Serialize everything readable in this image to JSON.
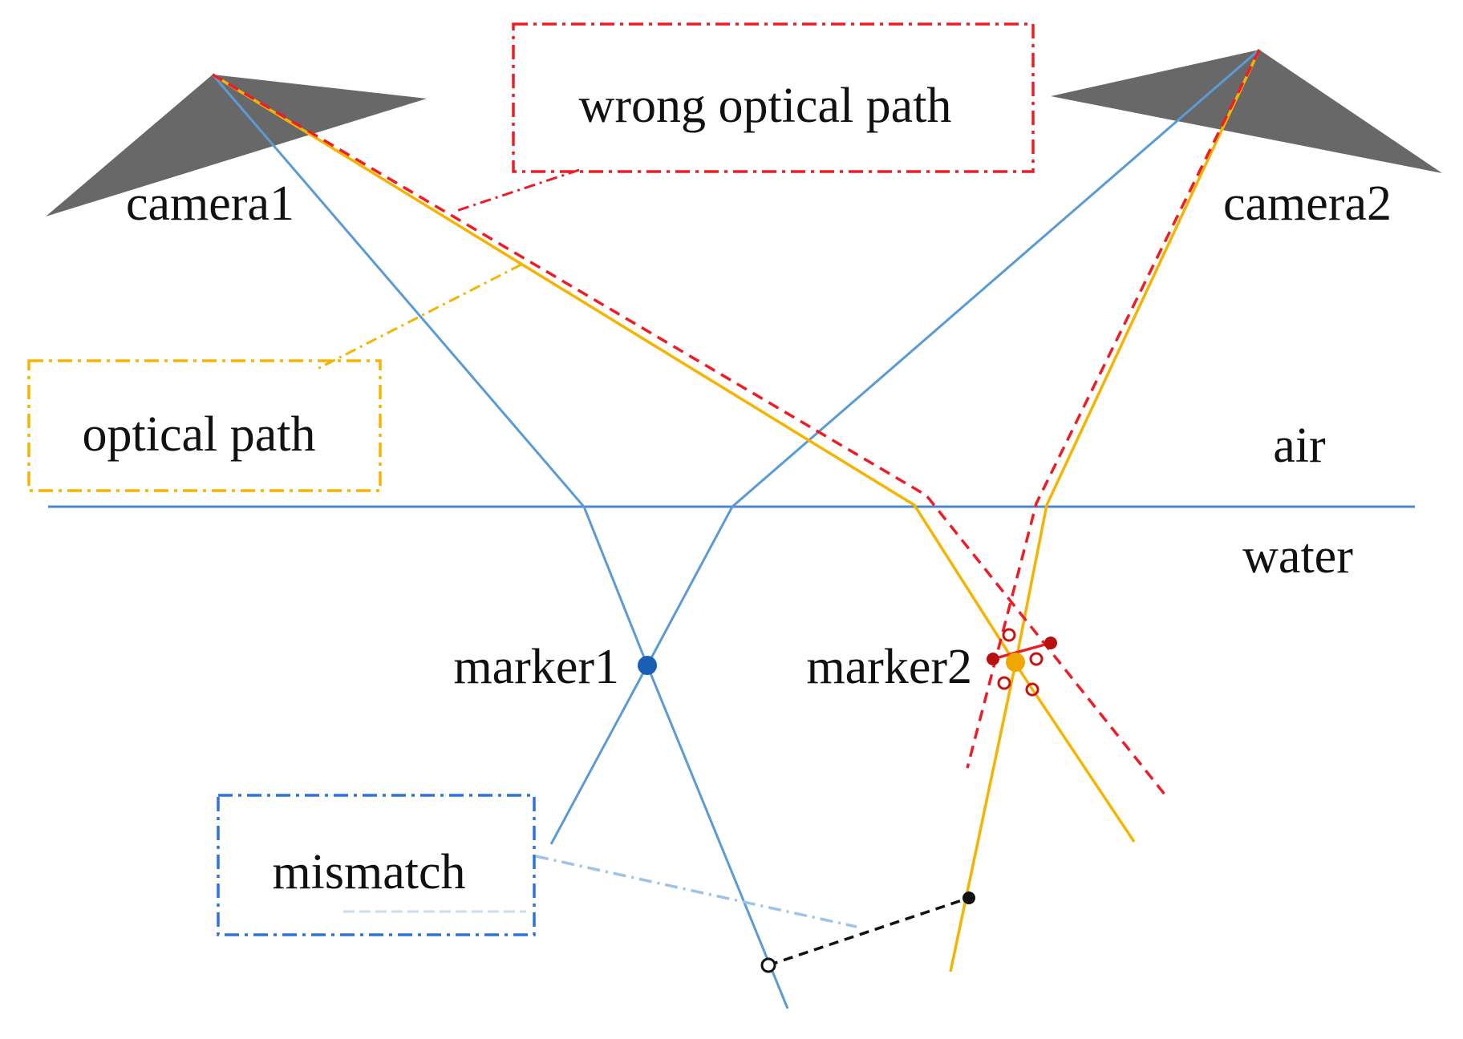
{
  "labels": {
    "camera1": "camera1",
    "camera2": "camera2",
    "air": "air",
    "water": "water",
    "marker1": "marker1",
    "marker2": "marker2"
  },
  "legend": {
    "wrong_optical_path": "wrong optical path",
    "optical_path": "optical path",
    "mismatch": "mismatch"
  },
  "colors": {
    "camera_fill": "#686868",
    "surface_line": "#4f86cc",
    "blue_ray": "#5b9bd5",
    "optical_path": "#f5b400",
    "wrong_path": "#ee1c25",
    "marker1": "#1a5eb5",
    "marker2": "#f0a800",
    "mismatch_line": "#111111",
    "red_marker": "#b80f0f"
  }
}
